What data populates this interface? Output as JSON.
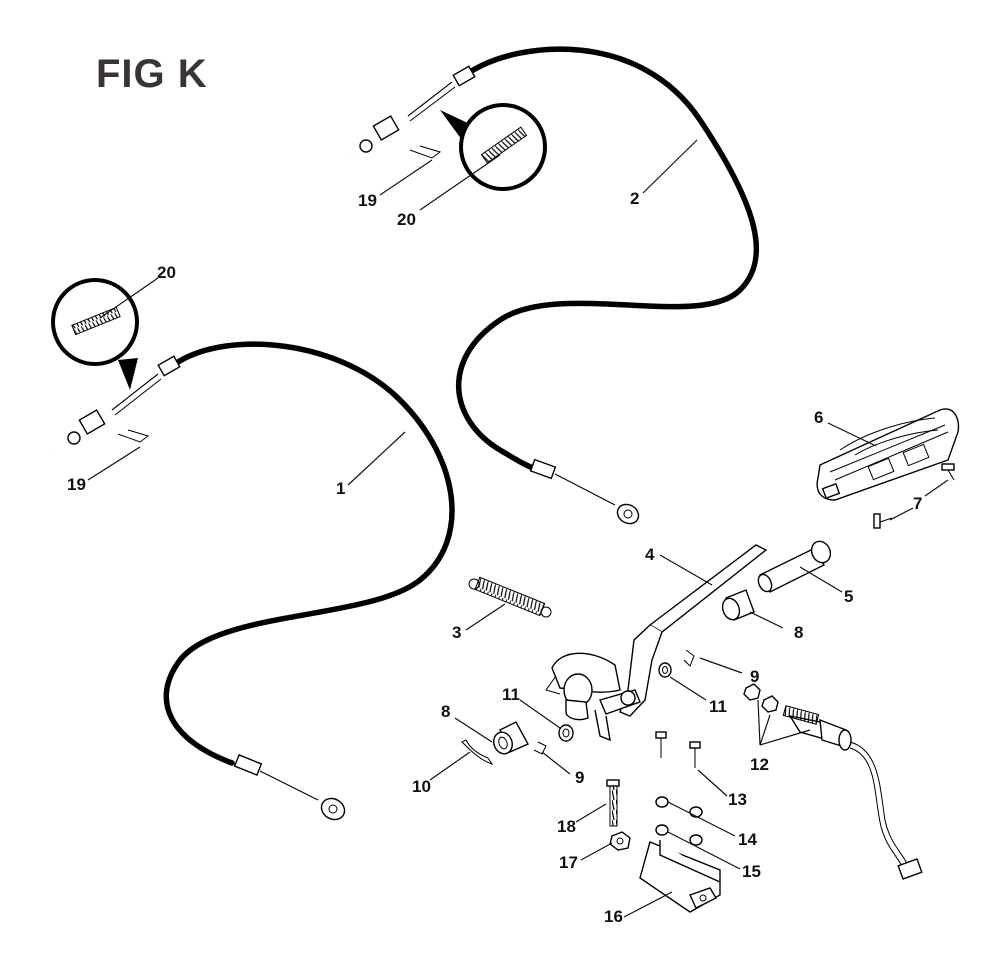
{
  "figure": {
    "title": "FIG K"
  },
  "callouts": [
    {
      "id": "c1",
      "label": "1"
    },
    {
      "id": "c2",
      "label": "2"
    },
    {
      "id": "c3",
      "label": "3"
    },
    {
      "id": "c4",
      "label": "4"
    },
    {
      "id": "c5",
      "label": "5"
    },
    {
      "id": "c6",
      "label": "6"
    },
    {
      "id": "c7",
      "label": "7"
    },
    {
      "id": "c8a",
      "label": "8"
    },
    {
      "id": "c8b",
      "label": "8"
    },
    {
      "id": "c9a",
      "label": "9"
    },
    {
      "id": "c9b",
      "label": "9"
    },
    {
      "id": "c10",
      "label": "10"
    },
    {
      "id": "c11a",
      "label": "11"
    },
    {
      "id": "c11b",
      "label": "11"
    },
    {
      "id": "c12",
      "label": "12"
    },
    {
      "id": "c13",
      "label": "13"
    },
    {
      "id": "c14",
      "label": "14"
    },
    {
      "id": "c15",
      "label": "15"
    },
    {
      "id": "c16",
      "label": "16"
    },
    {
      "id": "c17",
      "label": "17"
    },
    {
      "id": "c18",
      "label": "18"
    },
    {
      "id": "c19a",
      "label": "19"
    },
    {
      "id": "c19b",
      "label": "19"
    },
    {
      "id": "c20a",
      "label": "20"
    },
    {
      "id": "c20b",
      "label": "20"
    }
  ]
}
